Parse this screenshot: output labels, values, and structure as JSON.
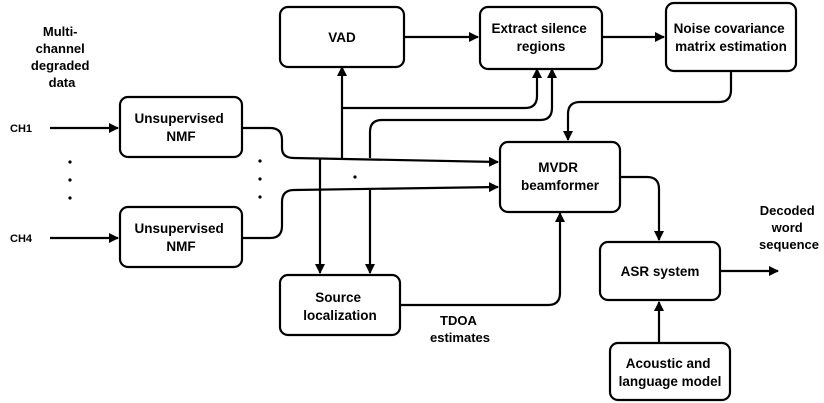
{
  "input": {
    "title_lines": [
      "Multi-",
      "channel",
      "degraded",
      "data"
    ],
    "channels": [
      "CH1",
      "CH4"
    ]
  },
  "blocks": {
    "nmf": [
      "Unsupervised",
      "NMF"
    ],
    "vad": "VAD",
    "extract": [
      "Extract silence",
      "regions"
    ],
    "noise": [
      "Noise covariance",
      "matrix estimation"
    ],
    "mvdr": [
      "MVDR",
      "beamformer"
    ],
    "source": [
      "Source",
      "localization"
    ],
    "asr": "ASR system",
    "acoustic": [
      "Acoustic and",
      "language model"
    ]
  },
  "labels": {
    "tdoa": [
      "TDOA",
      "estimates"
    ],
    "output": [
      "Decoded",
      "word",
      "sequence"
    ]
  }
}
